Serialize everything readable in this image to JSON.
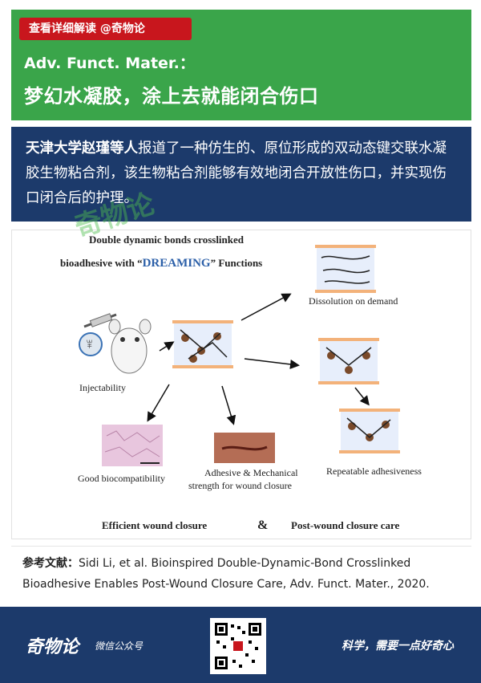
{
  "header": {
    "detail_button": "查看详细解读 @奇物论",
    "journal": "Adv. Funct. Mater.：",
    "headline": "梦幻水凝胶，涂上去就能闭合伤口"
  },
  "summary": {
    "highlight": "天津大学赵瑾等人",
    "body": "报道了一种仿生的、原位形成的双动态键交联水凝胶生物粘合剂，该生物粘合剂能够有效地闭合开放性伤口，并实现伤口闭合后的护理。"
  },
  "figure": {
    "title_line1": "Double dynamic bonds crosslinked",
    "title_line2_pre": "bioadhesive with “",
    "title_line2_em": "DREAMING",
    "title_line2_post": "” Functions",
    "label_dissolution": "Dissolution on demand",
    "label_injectability": "Injectability",
    "label_biocompat": "Good biocompatibility",
    "label_adhesive_1": "Adhesive & Mechanical",
    "label_adhesive_2": "strength for wound closure",
    "label_repeatable": "Repeatable adhesiveness",
    "footer_left": "Efficient wound closure",
    "footer_amp": "&",
    "footer_right": "Post-wound closure care",
    "accent_color": "#2b5fa8"
  },
  "refs": {
    "label": "参考文献：",
    "text": "Sidi Li, et al. Bioinspired Double-Dynamic-Bond Crosslinked Bioadhesive Enables Post-Wound Closure Care, Adv. Funct. Mater., 2020."
  },
  "footer": {
    "brand": "奇物论",
    "brand_sub": "微信公众号",
    "slogan": "科学，需要一点好奇心",
    "qr_icon": "qr-code-icon"
  },
  "watermark": "奇物论",
  "colors": {
    "green": "#3aa54a",
    "navy": "#1c3a6b",
    "red": "#c8161d"
  }
}
